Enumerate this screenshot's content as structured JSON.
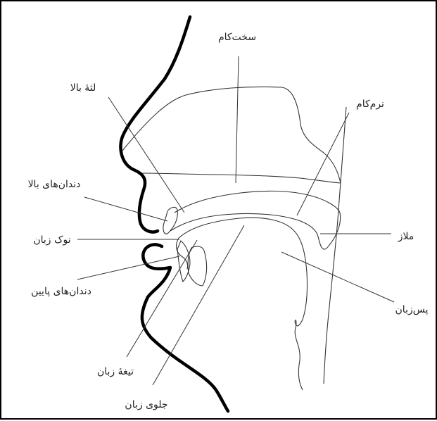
{
  "labels": {
    "hard_palate": "سخت‌کام",
    "upper_gum": "لثهٔ بالا",
    "soft_palate": "نرم‌کام",
    "upper_teeth": "دندان‌های بالا",
    "uvula": "ملاز",
    "tongue_tip": "نوک زبان",
    "lower_teeth": "دندان‌های پایین",
    "tongue_back": "پس‌زبان",
    "tongue_blade": "تیغهٔ زبان",
    "tongue_front": "جلوی زبان"
  },
  "colors": {
    "outline": "#000000",
    "text": "#222222",
    "background": "#ffffff"
  }
}
